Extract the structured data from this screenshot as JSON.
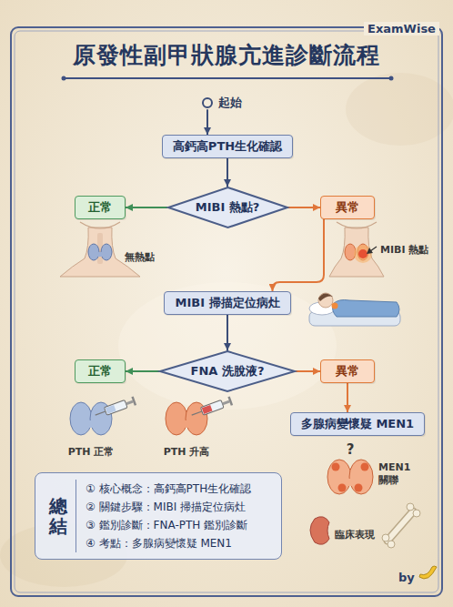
{
  "diagram": {
    "title": "原發性副甲狀腺亢進診斷流程",
    "nodes": [
      {
        "text": [
          "起始"
        ]
      },
      {
        "text": [
          "高鈣高PTH生化確認"
        ]
      },
      {
        "text": [
          "MIBI 熱點?"
        ]
      },
      {
        "text": [
          "正常"
        ]
      },
      {
        "text": [
          "異常"
        ]
      },
      {
        "text": [
          "MIBI 掃描定位病灶"
        ]
      },
      {
        "text": [
          "FNA 洗脫液?"
        ]
      },
      {
        "text": [
          "正常"
        ]
      },
      {
        "text": [
          "異常"
        ]
      },
      {
        "text": [
          "多腺病變懷疑 MEN1"
        ]
      },
      {
        "text": [
          "總結",
          "① 核心概念：高鈣高PTH生化確認",
          "② 關鍵步驟：MIBI 掃描定位病灶",
          "③ 鑑別診斷：FNA-PTH 鑑別診斷",
          "④ 考點：多腺病變懷疑 MEN1"
        ]
      }
    ],
    "edges": [
      {
        "from": 0,
        "to": 1,
        "arrow": "to"
      },
      {
        "from": 1,
        "to": 2,
        "arrow": "to"
      },
      {
        "from": 2,
        "to": 3,
        "arrow": "to"
      },
      {
        "from": 2,
        "to": 4,
        "arrow": "to"
      },
      {
        "from": 4,
        "to": 5,
        "arrow": "to"
      },
      {
        "from": 5,
        "to": 6,
        "arrow": "to"
      },
      {
        "from": 6,
        "to": 7,
        "arrow": "to"
      },
      {
        "from": 6,
        "to": 8,
        "arrow": "to"
      },
      {
        "from": 8,
        "to": 9,
        "arrow": "to"
      }
    ],
    "labels": [
      "ExamWise",
      "無熱點",
      "MIBI 熱點",
      "PTH 正常",
      "PTH 升高",
      "?",
      "MEN1 關聯",
      "臨床表現",
      "by"
    ]
  }
}
